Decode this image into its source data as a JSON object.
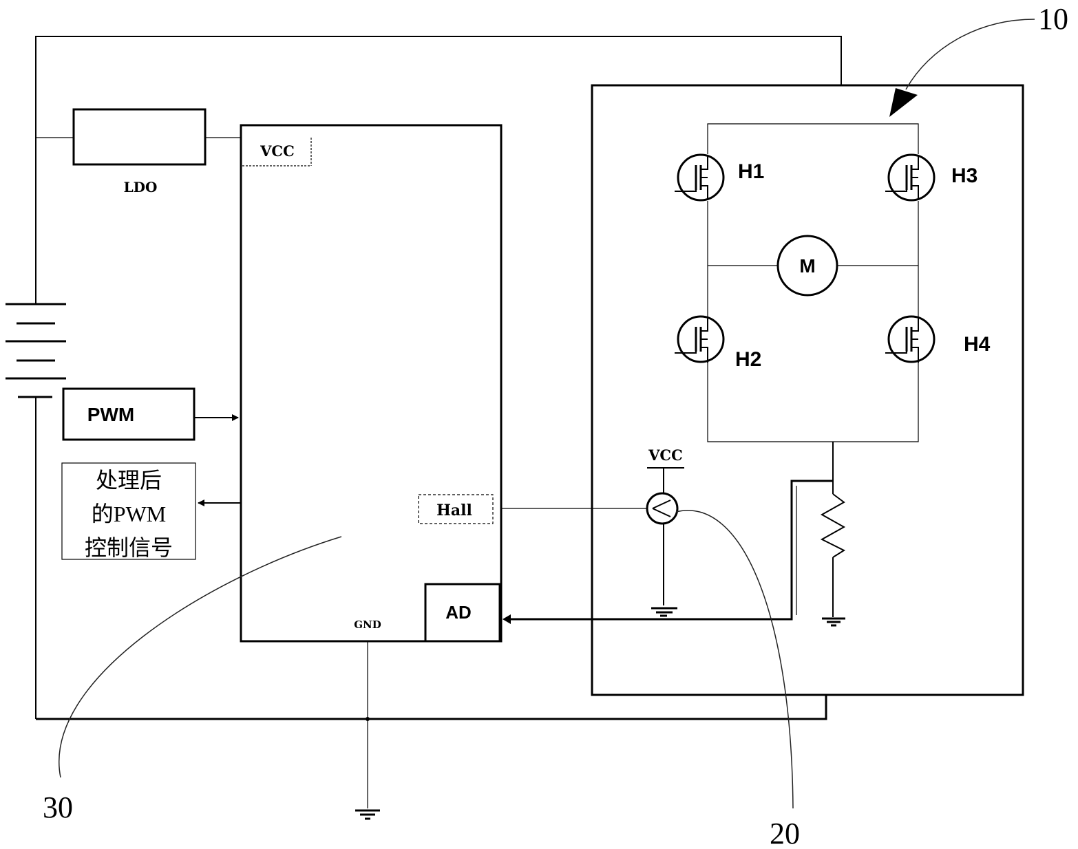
{
  "labels": {
    "ldo": "LDO",
    "vcc_mcu": "VCC",
    "pwm": "PWM",
    "processed_line1": "处理后",
    "processed_line2": "的PWM",
    "processed_line3": "控制信号",
    "hall": "Hall",
    "ad": "AD",
    "gnd": "GND",
    "vcc_hall": "VCC",
    "h1": "H1",
    "h2": "H2",
    "h3": "H3",
    "h4": "H4",
    "motor": "M"
  },
  "reference_numerals": {
    "bridge_module": "10",
    "hall_sensor": "20",
    "controller": "30"
  }
}
